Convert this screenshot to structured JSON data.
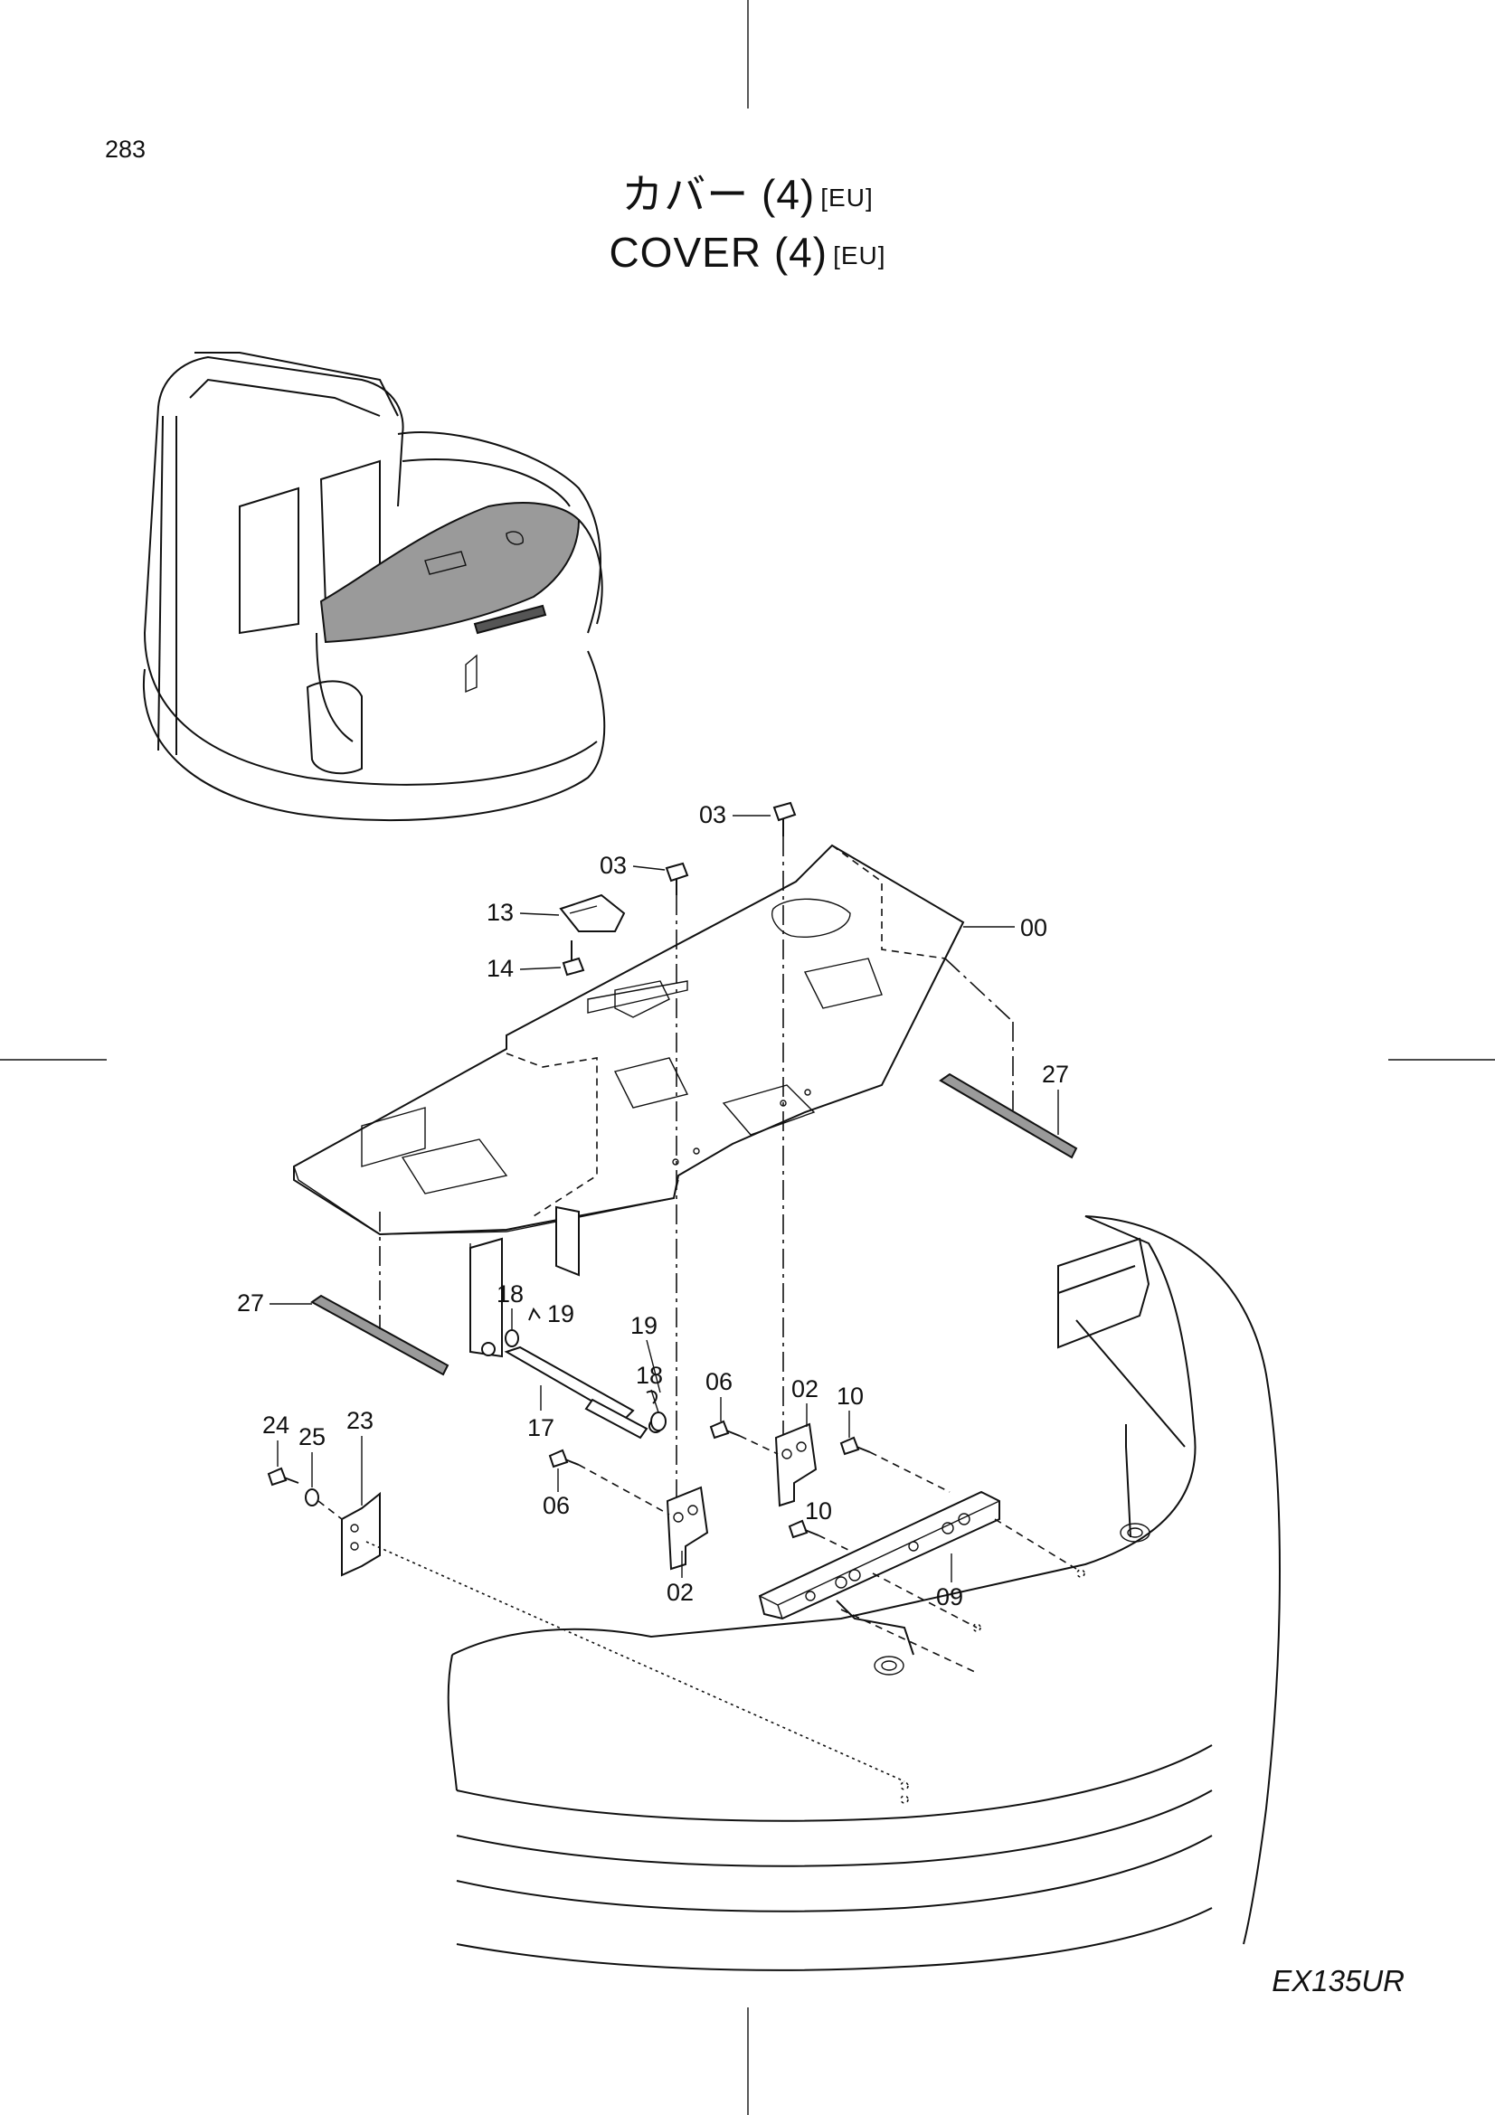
{
  "page": {
    "number": "283",
    "model": "EX135UR"
  },
  "title": {
    "jp": "カバー",
    "en": "COVER",
    "variant": "(4)",
    "region_tag": "[EU]"
  },
  "callouts": {
    "c00": "00",
    "c02a": "02",
    "c02b": "02",
    "c03a": "03",
    "c03b": "03",
    "c06a": "06",
    "c06b": "06",
    "c09": "09",
    "c10a": "10",
    "c10b": "10",
    "c13": "13",
    "c14": "14",
    "c17": "17",
    "c18a": "18",
    "c18b": "18",
    "c19a": "19",
    "c19b": "19",
    "c23": "23",
    "c24": "24",
    "c25": "25",
    "c27a": "27",
    "c27b": "27"
  }
}
